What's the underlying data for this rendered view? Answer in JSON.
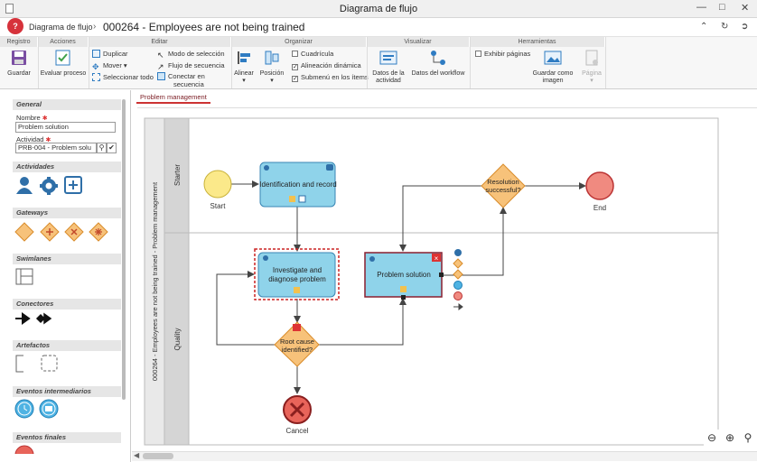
{
  "window": {
    "title": "Diagrama de flujo"
  },
  "header": {
    "breadcrumb_root": "Diagrama de flujo",
    "document_title": "000264 - Employees are not being trained",
    "logo_text": "?"
  },
  "ribbon": {
    "groups": [
      "Registro",
      "Acciones",
      "Editar",
      "Organizar",
      "Visualizar",
      "Herramientas"
    ],
    "registro": {
      "save": "Guardar"
    },
    "acciones": {
      "evaluate": "Evaluar proceso"
    },
    "editar": {
      "duplicate": "Duplicar",
      "move": "Mover",
      "select_all": "Seleccionar todo",
      "selection_mode": "Modo de selección",
      "sequence_flow": "Flujo de secuencia",
      "connect_sequence_1": "Conectar en",
      "connect_sequence_2": "secuencia"
    },
    "organizar": {
      "align": "Alinear",
      "position": "Posición",
      "grid": "Cuadrícula",
      "grid_checked": false,
      "dynamic_align": "Alineación dinámica",
      "dynamic_align_checked": true,
      "submenu": "Submenú en los ítems",
      "submenu_checked": true
    },
    "visualizar": {
      "activity_data_1": "Datos de la",
      "activity_data_2": "actividad",
      "workflow_data": "Datos del workflow"
    },
    "herramientas": {
      "show_pages": "Exhibir páginas",
      "show_pages_checked": false,
      "save_image_1": "Guardar como",
      "save_image_2": "imagen",
      "page": "Página"
    }
  },
  "panel": {
    "general": "General",
    "name_label": "Nombre",
    "name_value": "Problem solution",
    "activity_label": "Actividad",
    "activity_value": "PRB-004 - Problem solu",
    "activities": "Actividades",
    "gateways": "Gateways",
    "swimlanes": "Swimlanes",
    "connectors": "Conectores",
    "artifacts": "Artefactos",
    "intermediate_events": "Eventos intermediarios",
    "end_events": "Eventos finales"
  },
  "tab": {
    "label": "Problem management"
  },
  "diagram": {
    "pool_label": "000264 - Employees are not being trained - Problem management",
    "lane1": "Starter",
    "lane2": "Quality",
    "start": "Start",
    "end": "End",
    "cancel": "Cancel",
    "task1": "Identification and record",
    "task2_l1": "Investigate and",
    "task2_l2": "diagnose problem",
    "task3": "Problem solution",
    "gw1_l1": "Resolution",
    "gw1_l2": "successful?",
    "gw2_l1": "Root cause",
    "gw2_l2": "identified?"
  },
  "colors": {
    "accent": "#c8323a",
    "task_fill": "#8fd3ea",
    "task_stroke": "#3a86b4",
    "gateway_fill": "#f7c27a",
    "gateway_stroke": "#d98c2b",
    "start_fill": "#fbe98a",
    "end_fill": "#f08a80",
    "cancel_fill": "#e8645a"
  }
}
